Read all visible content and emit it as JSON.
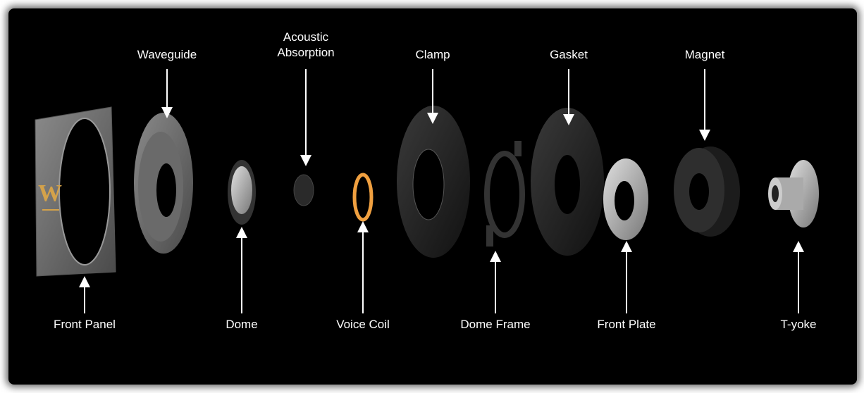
{
  "top_labels": {
    "waveguide": "Waveguide",
    "acoustic_absorption_line1": "Acoustic",
    "acoustic_absorption_line2": "Absorption",
    "clamp": "Clamp",
    "gasket": "Gasket",
    "magnet": "Magnet"
  },
  "bottom_labels": {
    "front_panel": "Front Panel",
    "dome": "Dome",
    "voice_coil": "Voice Coil",
    "dome_frame": "Dome Frame",
    "front_plate": "Front Plate",
    "t_yoke": "T-yoke"
  },
  "colors": {
    "background": "#000000",
    "text": "#ffffff",
    "logo": "#d4a24a",
    "voice_coil": "#f0a040"
  }
}
